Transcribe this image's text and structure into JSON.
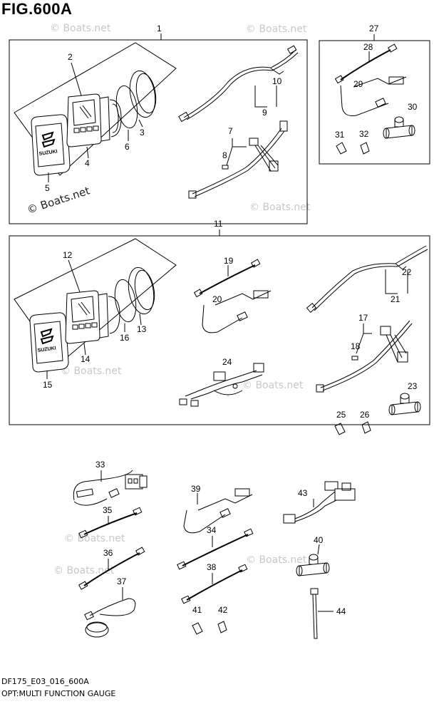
{
  "figure": {
    "title": "FIG.600A",
    "footer_code": "DF175_E03_016_600A",
    "footer_desc": "OPT:MULTI FUNCTION GAUGE"
  },
  "watermark": {
    "main": "© Boats.net",
    "faint": "© Boats.net"
  },
  "callouts": [
    "1",
    "2",
    "3",
    "4",
    "5",
    "6",
    "7",
    "8",
    "9",
    "10",
    "11",
    "12",
    "13",
    "14",
    "15",
    "16",
    "17",
    "18",
    "19",
    "20",
    "21",
    "22",
    "23",
    "24",
    "25",
    "26",
    "27",
    "28",
    "29",
    "30",
    "31",
    "32",
    "33",
    "34",
    "35",
    "36",
    "37",
    "38",
    "39",
    "40",
    "41",
    "42",
    "43",
    "44"
  ],
  "colors": {
    "line": "#000000",
    "watermark": "#c8c8c8",
    "part_fill": "#ffffff"
  }
}
